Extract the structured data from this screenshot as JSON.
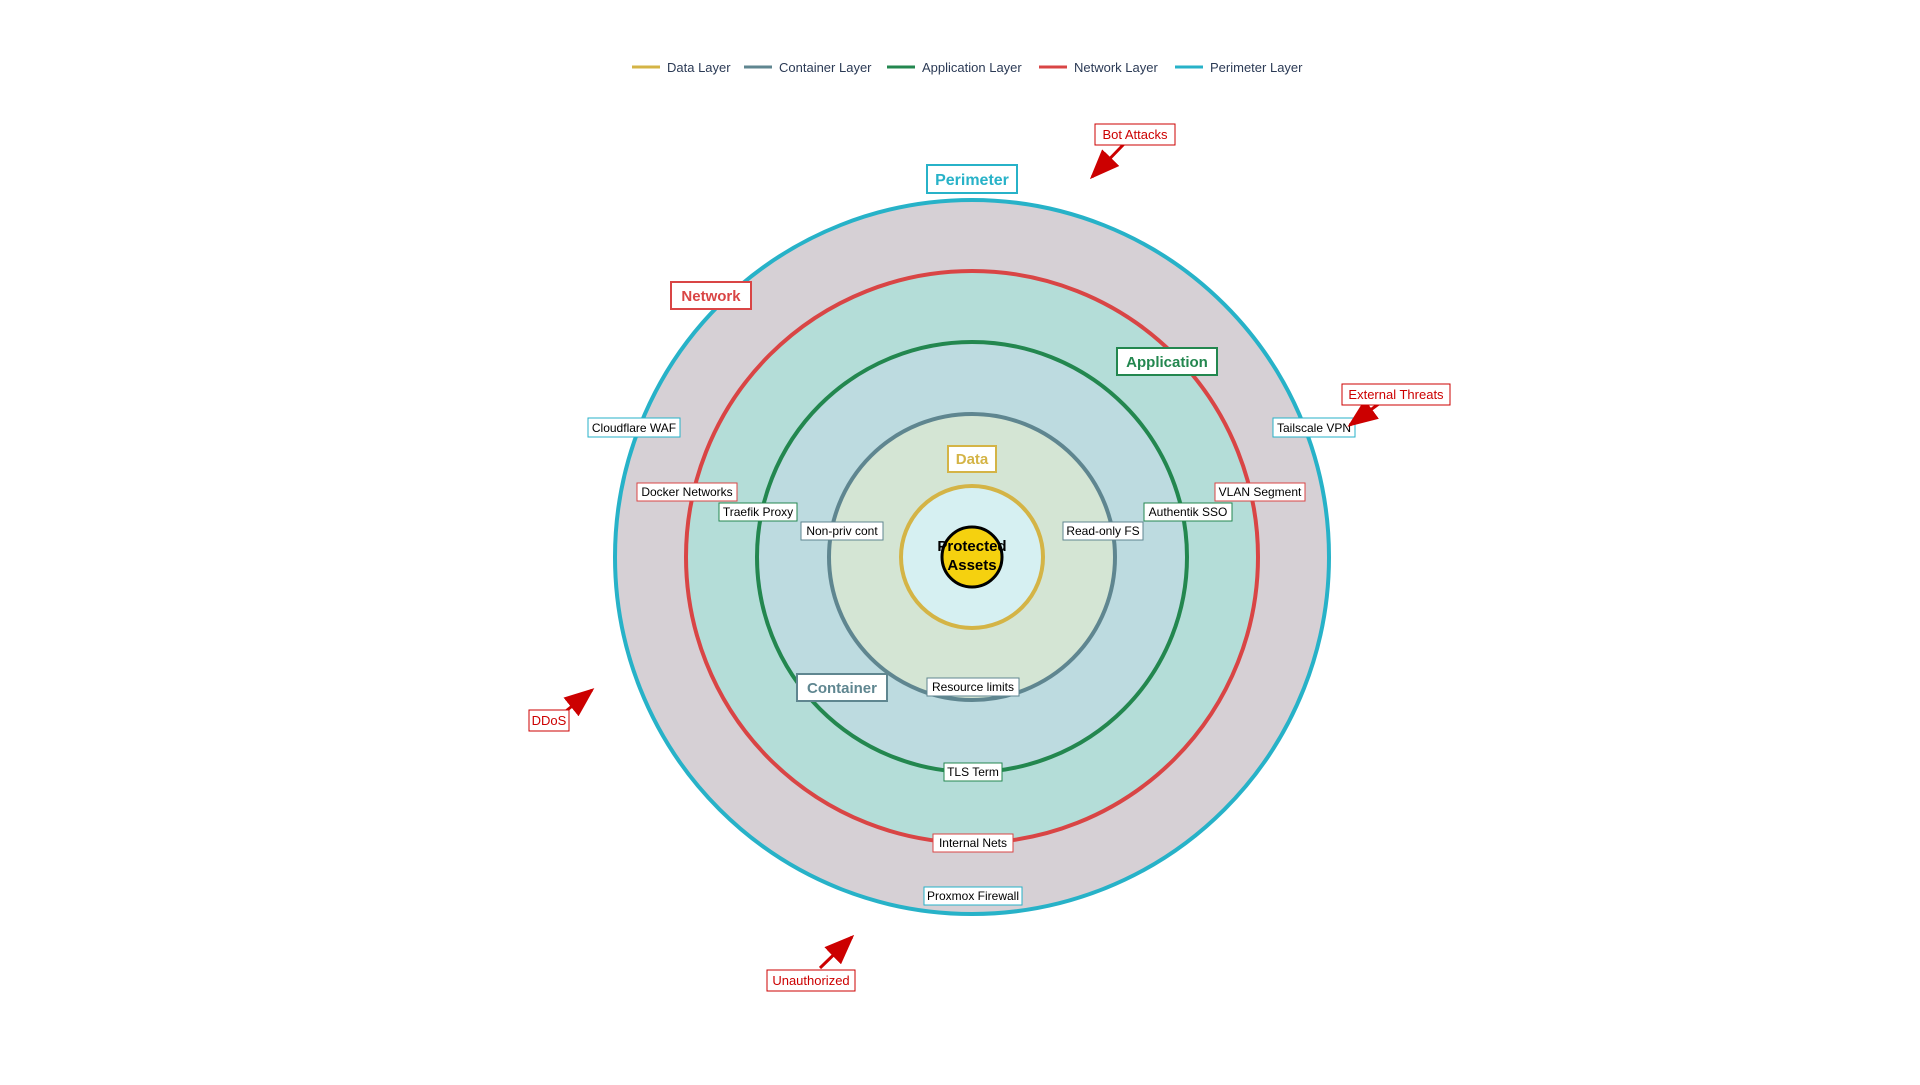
{
  "legend": [
    {
      "label": "Data Layer",
      "color": "#d4b446"
    },
    {
      "label": "Container Layer",
      "color": "#5f8690"
    },
    {
      "label": "Application Layer",
      "color": "#23874f"
    },
    {
      "label": "Network Layer",
      "color": "#d94545"
    },
    {
      "label": "Perimeter Layer",
      "color": "#27b2c8"
    }
  ],
  "layers": [
    {
      "key": "perimeter",
      "title": "Perimeter",
      "color": "#27b2c8",
      "fill": "#d6d0d5"
    },
    {
      "key": "network",
      "title": "Network",
      "color": "#d94545",
      "fill": "#b4ddd8"
    },
    {
      "key": "application",
      "title": "Application",
      "color": "#23874f",
      "fill": "#bddbe0"
    },
    {
      "key": "container",
      "title": "Container",
      "color": "#5f8690",
      "fill": "#d4e5d4"
    },
    {
      "key": "data",
      "title": "Data",
      "color": "#d4b446",
      "fill": "#d6f0f2"
    }
  ],
  "core": {
    "line1": "Protected",
    "line2": "Assets",
    "fill": "#f5d10f"
  },
  "controls": {
    "perimeter": [
      "Cloudflare WAF",
      "Tailscale VPN",
      "Proxmox Firewall"
    ],
    "network": [
      "Docker Networks",
      "VLAN Segment",
      "Internal Nets"
    ],
    "application": [
      "Traefik Proxy",
      "Authentik SSO",
      "TLS Term"
    ],
    "container": [
      "Non-priv cont",
      "Read-only FS",
      "Resource limits"
    ]
  },
  "threats": [
    "Bot Attacks",
    "External Threats",
    "DDoS",
    "Unauthorized"
  ],
  "threat_color": "#cc0000"
}
